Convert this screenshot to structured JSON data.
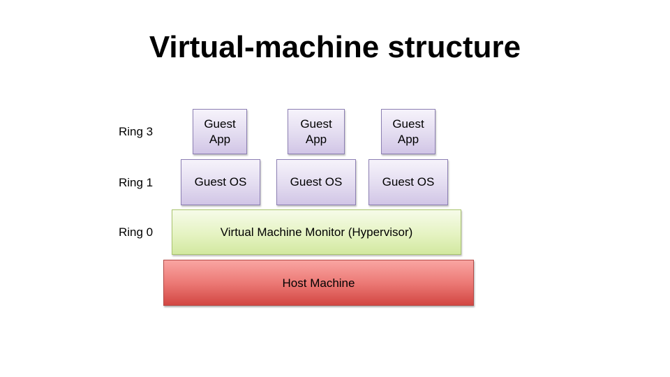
{
  "title": "Virtual-machine structure",
  "rings": [
    {
      "label": "Ring 3"
    },
    {
      "label": "Ring 1"
    },
    {
      "label": "Ring 0"
    }
  ],
  "guest_apps": [
    {
      "line1": "Guest",
      "line2": "App"
    },
    {
      "line1": "Guest",
      "line2": "App"
    },
    {
      "line1": "Guest",
      "line2": "App"
    }
  ],
  "guest_oses": [
    {
      "label": "Guest OS"
    },
    {
      "label": "Guest OS"
    },
    {
      "label": "Guest OS"
    }
  ],
  "hypervisor": {
    "label": "Virtual Machine Monitor (Hypervisor)"
  },
  "host": {
    "label": "Host Machine"
  },
  "colors": {
    "guest_fill": "#e3dcf0",
    "hypervisor_fill": "#e5f3c2",
    "host_fill": "#ec7a76"
  }
}
